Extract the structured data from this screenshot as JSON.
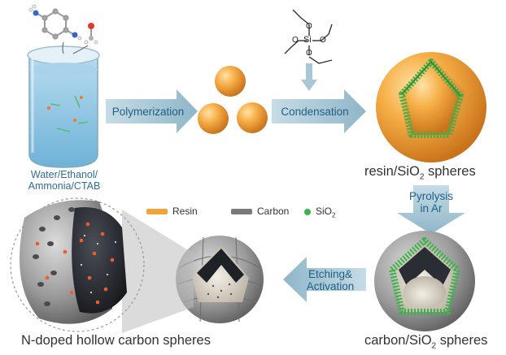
{
  "beaker": {
    "label_line1": "Water/Ethanol/",
    "label_line2": "Ammonia/CTAB"
  },
  "arrows": {
    "polymerization": "Polymerization",
    "condensation": "Condensation",
    "pyrolysis_line1": "Pyrolysis",
    "pyrolysis_line2": "in Ar",
    "etching_line1": "Etching&",
    "etching_line2": "Activation"
  },
  "captions": {
    "resin_sio2_prefix": "resin/SiO",
    "resin_sio2_sub": "2",
    "resin_sio2_suffix": " spheres",
    "carbon_sio2_prefix": "carbon/SiO",
    "carbon_sio2_sub": "2",
    "carbon_sio2_suffix": " spheres",
    "hollow": "N-doped hollow carbon spheres"
  },
  "legend": {
    "resin": "Resin",
    "carbon": "Carbon",
    "sio2_prefix": "SiO",
    "sio2_sub": "2"
  },
  "molecules": {
    "teos_center": "Si",
    "teos_o": "O"
  },
  "colors": {
    "resin": "#f2a33a",
    "carbon": "#7a7a7a",
    "sio2": "#3cb34a",
    "arrow": "#a9c7d6",
    "arrow_text": "#1f5f86",
    "liquid": "#8fc7e3"
  }
}
